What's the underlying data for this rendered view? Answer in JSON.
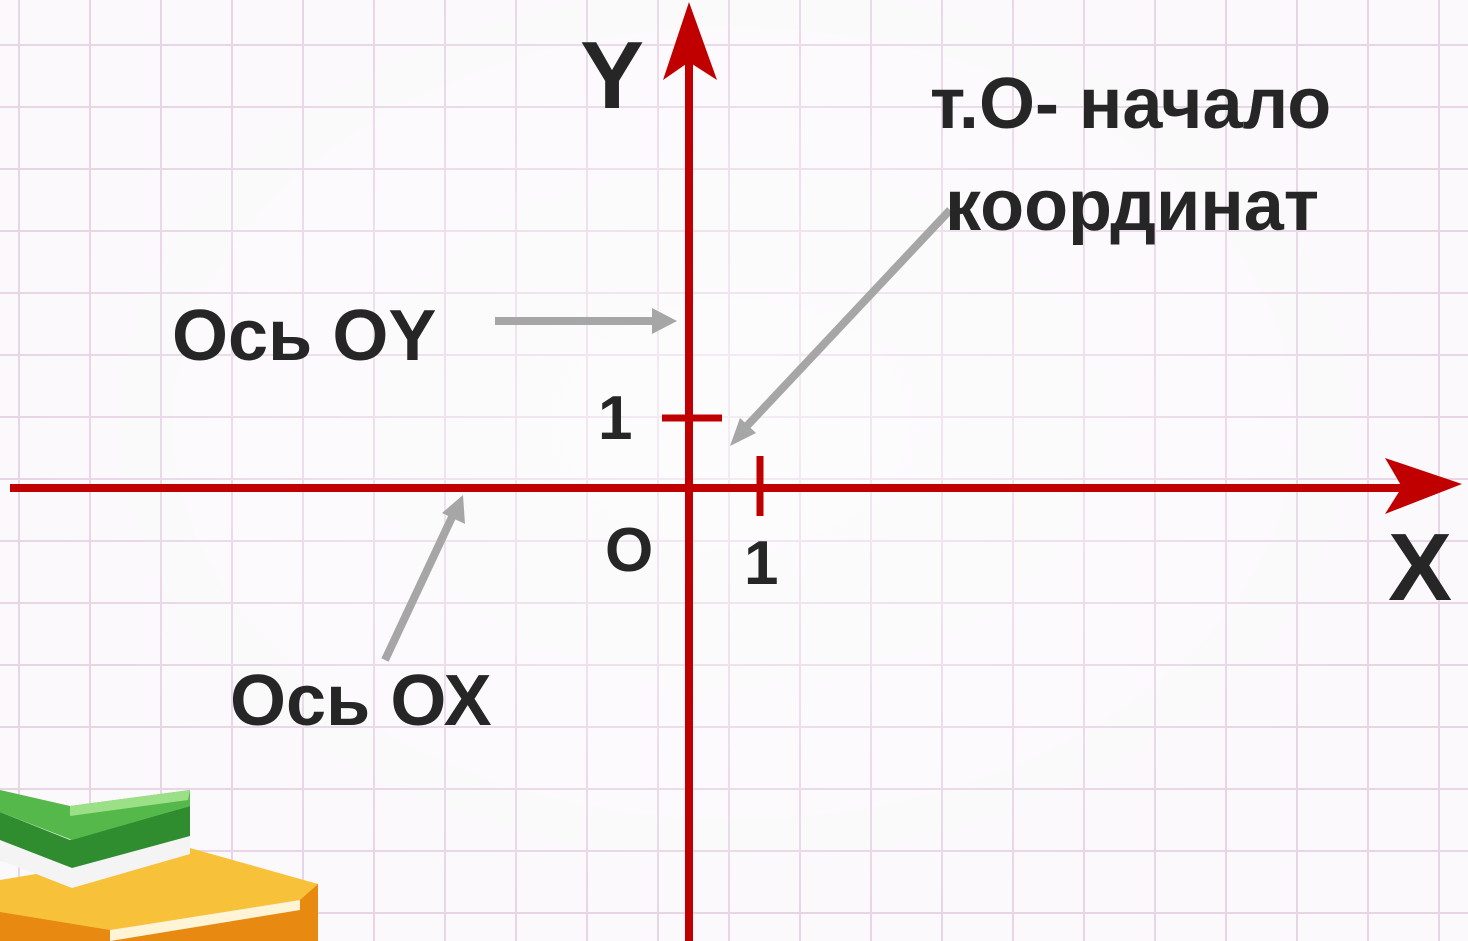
{
  "axes": {
    "x_name": "X",
    "y_name": "Y",
    "origin": "O",
    "x_unit": "1",
    "y_unit": "1"
  },
  "callouts": {
    "origin_line1": "т.О- начало",
    "origin_line2": "координат",
    "y_axis": "Ось ОY",
    "x_axis": "Ось ОХ"
  },
  "colors": {
    "axis": "#c00000",
    "arrow": "#a6a6a6",
    "text": "#262626",
    "grid": "#e8d5e6"
  }
}
